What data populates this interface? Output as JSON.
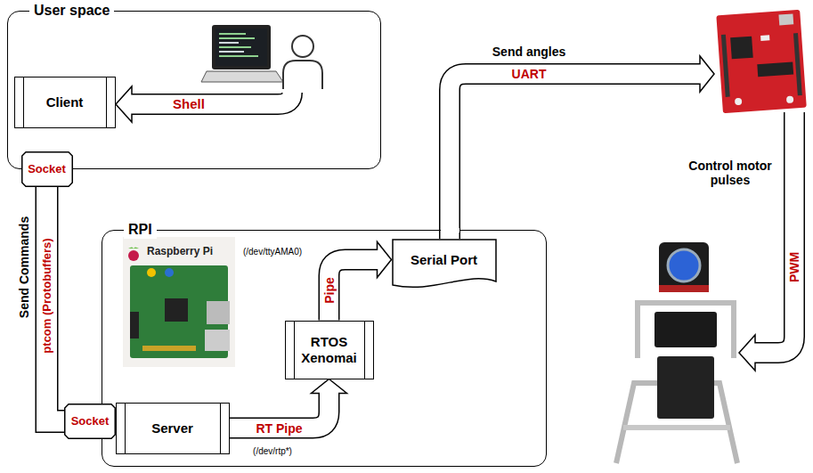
{
  "diagram": {
    "nodes": [
      {
        "text": [
          "User space"
        ]
      },
      {
        "text": [
          "Client"
        ],
        "in": 0
      },
      {
        "text": [
          "Socket"
        ],
        "in": 0
      },
      {
        "text": [
          "RPI"
        ]
      },
      {
        "text": [
          "Server"
        ],
        "in": 3
      },
      {
        "text": [
          "Socket"
        ]
      },
      {
        "text": [
          "RTOS Xenomai"
        ],
        "in": 3
      },
      {
        "text": [
          "Serial Port"
        ],
        "in": 3
      }
    ],
    "edges": [
      {
        "from": 2,
        "to": 5,
        "arrow": "none"
      },
      {
        "from": 4,
        "to": 6,
        "label": "RT Pipe",
        "arrow": "to"
      },
      {
        "from": 6,
        "to": 7,
        "label": "Pipe",
        "arrow": "to"
      }
    ],
    "labels": [
      "Shell",
      "Send Commands",
      "ptcom (Protobuffers)",
      "Raspberry Pi",
      "(/dev/ttyAMA0)",
      "(/dev/rtp*)",
      "Send angles",
      "UART",
      "Control motor pulses",
      "PWM"
    ]
  }
}
